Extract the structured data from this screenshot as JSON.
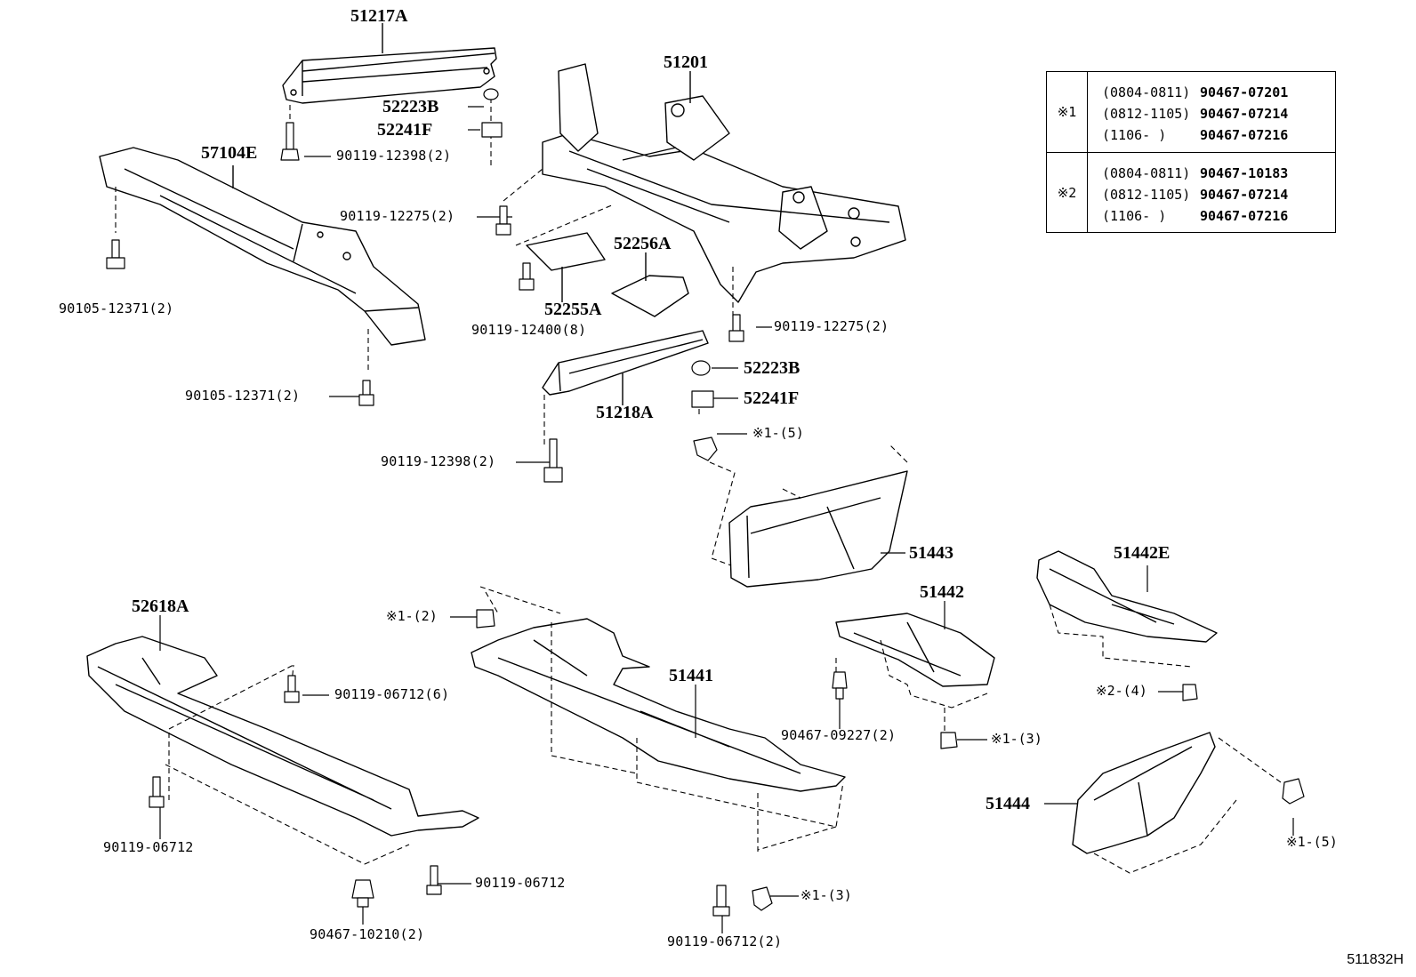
{
  "figure_code": "511832H",
  "parts": {
    "p51217A": "51217A",
    "p51201": "51201",
    "p52223B_top": "52223B",
    "p52241F_top": "52241F",
    "p57104E": "57104E",
    "p90119_12398_top": "90119-12398(2)",
    "p90119_12275_left": "90119-12275(2)",
    "p90105_12371_a": "90105-12371(2)",
    "p52256A": "52256A",
    "p52255A": "52255A",
    "p90119_12400": "90119-12400(8)",
    "p90119_12275_right": "90119-12275(2)",
    "p52223B_mid": "52223B",
    "p52241F_mid": "52241F",
    "p51218A": "51218A",
    "p90105_12371_b": "90105-12371(2)",
    "p90119_12398_mid": "90119-12398(2)",
    "p51443": "51443",
    "p51442E": "51442E",
    "p51442": "51442",
    "p52618A": "52618A",
    "p51441": "51441",
    "p90119_06712_6": "90119-06712(6)",
    "p90467_09227": "90467-09227(2)",
    "p51444": "51444",
    "p90119_06712_a": "90119-06712",
    "p90119_06712_b": "90119-06712",
    "p90467_10210": "90467-10210(2)",
    "p90119_06712_2": "90119-06712(2)"
  },
  "marks": {
    "m1_5_top": "※1-(5)",
    "m1_2": "※1-(2)",
    "m1_3_right": "※1-(3)",
    "m2_4": "※2-(4)",
    "m1_5_right": "※1-(5)",
    "m1_3_bottom": "※1-(3)"
  },
  "legend": {
    "rows": [
      {
        "symbol": "※1",
        "lines": [
          {
            "range": "(0804-0811)",
            "part": "90467-07201"
          },
          {
            "range": "(0812-1105)",
            "part": "90467-07214"
          },
          {
            "range": "(1106-     )",
            "part": "90467-07216"
          }
        ]
      },
      {
        "symbol": "※2",
        "lines": [
          {
            "range": "(0804-0811)",
            "part": "90467-10183"
          },
          {
            "range": "(0812-1105)",
            "part": "90467-07214"
          },
          {
            "range": "(1106-     )",
            "part": "90467-07216"
          }
        ]
      }
    ]
  }
}
